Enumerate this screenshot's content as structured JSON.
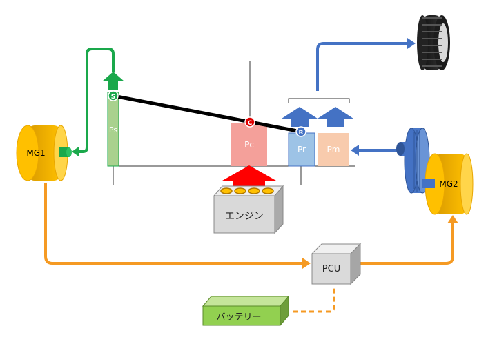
{
  "labels": {
    "mg1": "MG1",
    "mg2": "MG2",
    "ps": "Ps",
    "pc": "Pc",
    "pr": "Pr",
    "pm": "Pm",
    "engine": "エンジン",
    "pcu": "PCU",
    "battery": "バッテリー",
    "node_s": "S",
    "node_c": "C",
    "node_r": "R"
  },
  "colors": {
    "green": "#1aa84b",
    "ps_fill": "#a9d18e",
    "orange": "#f59a23",
    "mg_fill": "#ffc000",
    "mg_edge": "#e8a600",
    "blue": "#4472c4",
    "pr_fill": "#9dc3e6",
    "pm_fill": "#f8cbad",
    "red": "#ff0000",
    "pc_fill": "#f4a09a",
    "engine_fill": "#d9d9d9",
    "battery_fill": "#92d050"
  }
}
